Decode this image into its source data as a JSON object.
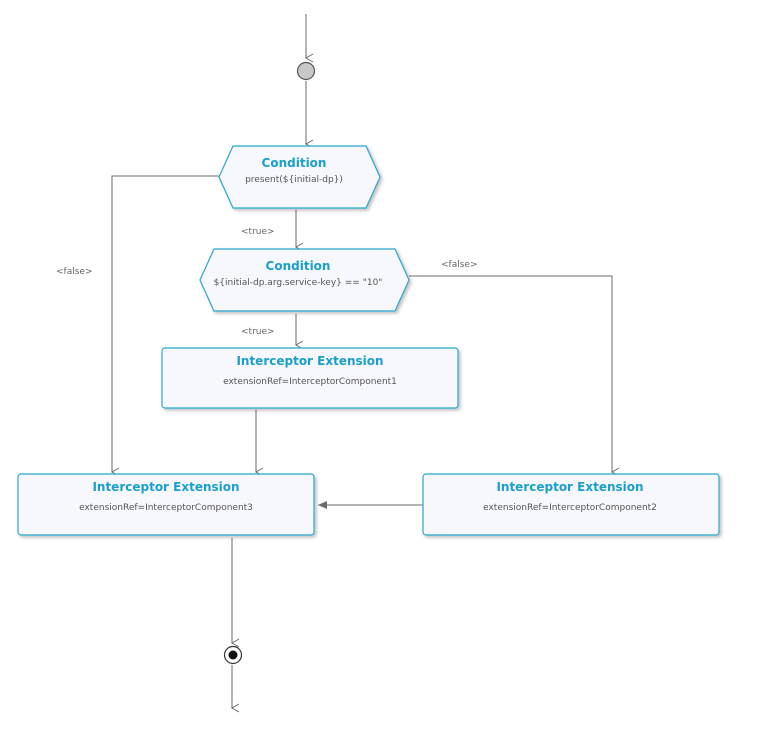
{
  "nodes": {
    "condition_1": {
      "title": "Condition",
      "expression": "present(${initial-dp})"
    },
    "condition_2": {
      "title": "Condition",
      "expression": "${initial-dp.arg.service-key} == \"10\""
    },
    "interceptor_1": {
      "title": "Interceptor Extension",
      "reference": "extensionRef=InterceptorComponent1"
    },
    "interceptor_2": {
      "title": "Interceptor Extension",
      "reference": "extensionRef=InterceptorComponent2"
    },
    "interceptor_3": {
      "title": "Interceptor Extension",
      "reference": "extensionRef=InterceptorComponent3"
    }
  },
  "edge_labels": {
    "condition_1_true": "<true>",
    "condition_1_false": "<false>",
    "condition_2_true": "<true>",
    "condition_2_false": "<false>"
  },
  "colors": {
    "node_border": "#2aa6cf",
    "node_fill": "#f7f8fd",
    "title": "#1a9fcb",
    "edge": "#6a6a6a",
    "start_node": "#c8c8c8"
  }
}
